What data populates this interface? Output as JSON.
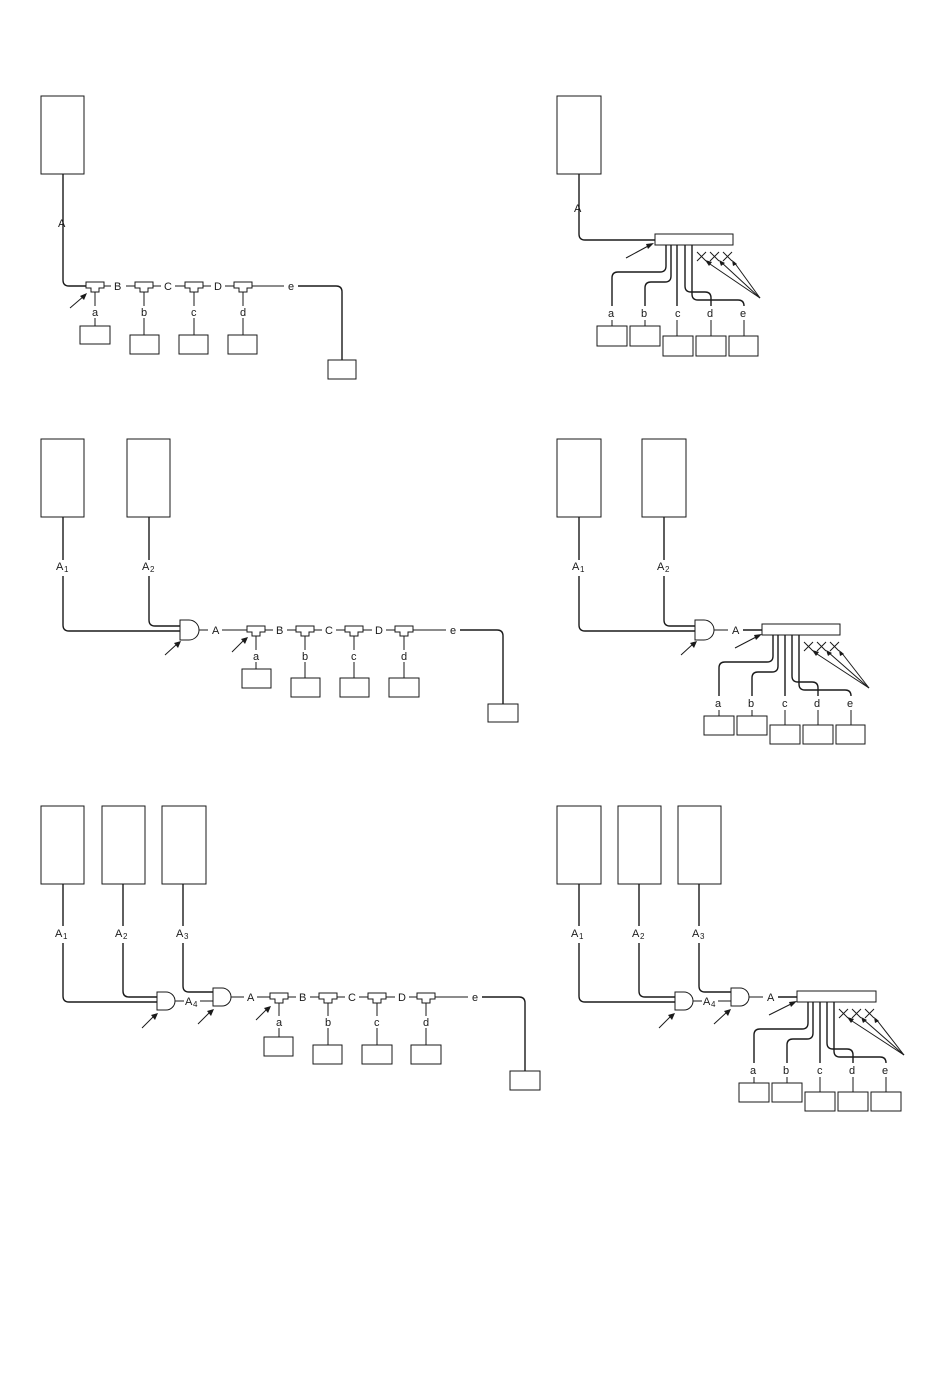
{
  "panels": [
    {
      "id": "p1",
      "sources": [
        {
          "label": "A"
        }
      ],
      "taps": [
        "a",
        "b",
        "c",
        "d"
      ],
      "segments": [
        "B",
        "C",
        "D"
      ],
      "end_label": "e"
    },
    {
      "id": "p2",
      "sources": [
        {
          "label": "A"
        }
      ],
      "outputs": [
        "a",
        "b",
        "c",
        "d",
        "e"
      ]
    },
    {
      "id": "p3",
      "sources": [
        {
          "label": "A",
          "sub": "1"
        },
        {
          "label": "A",
          "sub": "2"
        }
      ],
      "gate_output": "A",
      "taps": [
        "a",
        "b",
        "c",
        "d"
      ],
      "segments": [
        "B",
        "C",
        "D"
      ],
      "end_label": "e"
    },
    {
      "id": "p4",
      "sources": [
        {
          "label": "A",
          "sub": "1"
        },
        {
          "label": "A",
          "sub": "2"
        }
      ],
      "gate_output": "A",
      "outputs": [
        "a",
        "b",
        "c",
        "d",
        "e"
      ]
    },
    {
      "id": "p5",
      "sources": [
        {
          "label": "A",
          "sub": "1"
        },
        {
          "label": "A",
          "sub": "2"
        },
        {
          "label": "A",
          "sub": "3"
        }
      ],
      "intermediate": {
        "label": "A",
        "sub": "4"
      },
      "gate_output": "A",
      "taps": [
        "a",
        "b",
        "c",
        "d"
      ],
      "segments": [
        "B",
        "C",
        "D"
      ],
      "end_label": "e"
    },
    {
      "id": "p6",
      "sources": [
        {
          "label": "A",
          "sub": "1"
        },
        {
          "label": "A",
          "sub": "2"
        },
        {
          "label": "A",
          "sub": "3"
        }
      ],
      "intermediate": {
        "label": "A",
        "sub": "4"
      },
      "gate_output": "A",
      "outputs": [
        "a",
        "b",
        "c",
        "d",
        "e"
      ]
    }
  ]
}
